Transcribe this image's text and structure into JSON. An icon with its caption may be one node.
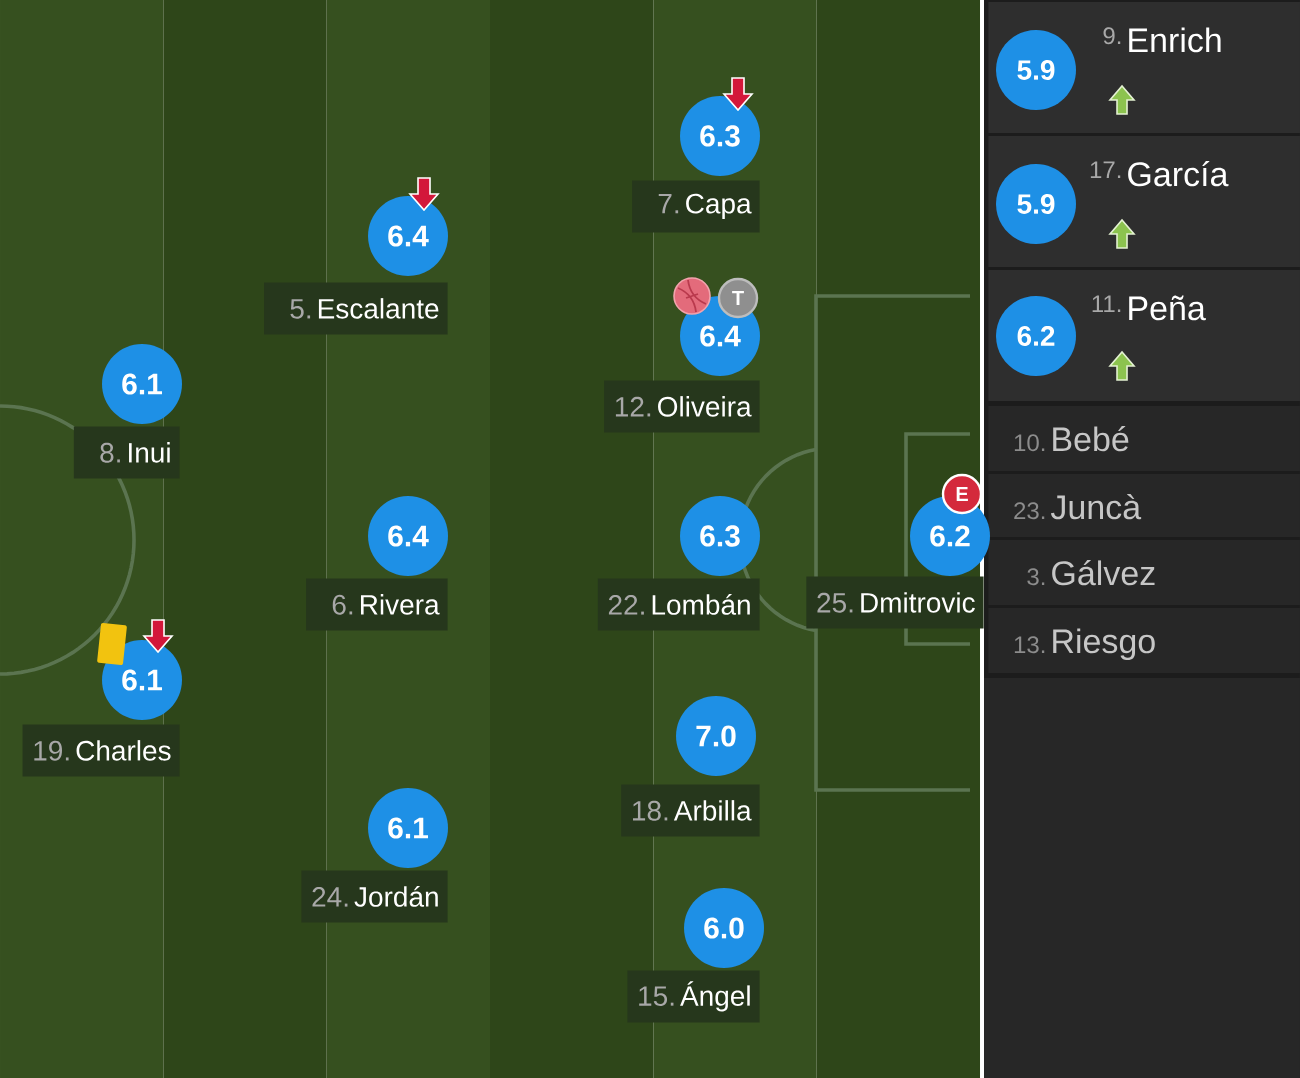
{
  "diagram": {
    "nodes": [
      {
        "text": [
          "6.3"
        ]
      },
      {
        "text": [
          "7.",
          "Capa"
        ]
      },
      {
        "text": [
          "6.4"
        ]
      },
      {
        "text": [
          "5.",
          "Escalante"
        ]
      },
      {
        "text": [
          "T"
        ]
      },
      {
        "text": [
          "6.4"
        ]
      },
      {
        "text": [
          "12.",
          "Oliveira"
        ]
      },
      {
        "text": [
          "6.1"
        ]
      },
      {
        "text": [
          "8.",
          "Inui"
        ]
      },
      {
        "text": [
          "6.4"
        ]
      },
      {
        "text": [
          "6.",
          "Rivera"
        ]
      },
      {
        "text": [
          "6.3"
        ]
      },
      {
        "text": [
          "22.",
          "Lombán"
        ]
      },
      {
        "text": [
          "E"
        ]
      },
      {
        "text": [
          "6.2"
        ]
      },
      {
        "text": [
          "25.",
          "Dmitrovic"
        ]
      },
      {
        "text": [
          "6.1"
        ]
      },
      {
        "text": [
          "19.",
          "Charles"
        ]
      },
      {
        "text": [
          "7.0"
        ]
      },
      {
        "text": [
          "18.",
          "Arbilla"
        ]
      },
      {
        "text": [
          "6.1"
        ]
      },
      {
        "text": [
          "24.",
          "Jordán"
        ]
      },
      {
        "text": [
          "6.0"
        ]
      },
      {
        "text": [
          "15.",
          "Ángel"
        ]
      },
      {
        "text": [
          "9.",
          "Enrich"
        ]
      },
      {
        "text": [
          "5.9"
        ],
        "in": 24
      },
      {
        "text": [
          "17.",
          "García"
        ]
      },
      {
        "text": [
          "5.9"
        ],
        "in": 26
      },
      {
        "text": [
          "11.",
          "Peña"
        ]
      },
      {
        "text": [
          "6.2"
        ],
        "in": 28
      },
      {
        "text": [
          "10.",
          "Bebé"
        ]
      },
      {
        "text": [
          "23.",
          "Juncà"
        ]
      },
      {
        "text": [
          "3.",
          "Gálvez"
        ]
      },
      {
        "text": [
          "13.",
          "Riesgo"
        ]
      }
    ]
  }
}
